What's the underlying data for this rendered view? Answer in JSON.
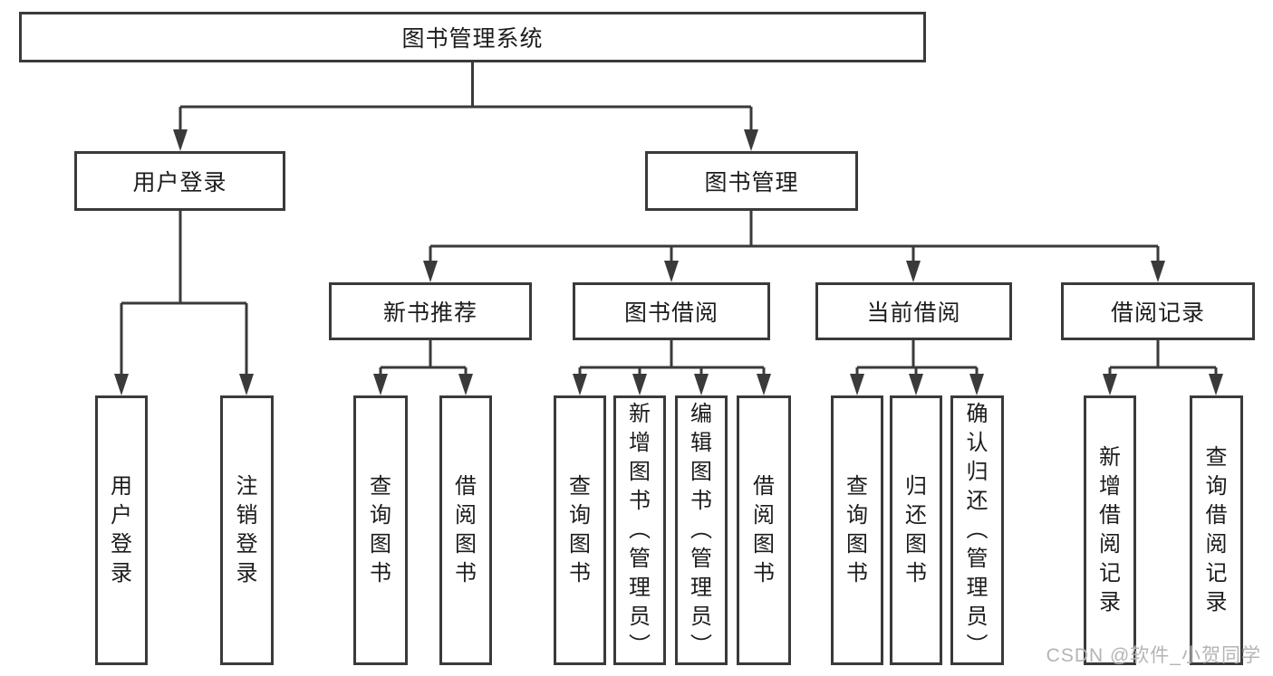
{
  "watermark": {
    "text": "CSDN @软件_小贺同学"
  },
  "tree": {
    "label": "图书管理系统",
    "children": [
      {
        "label": "用户登录",
        "children": [
          {
            "label": "用户登录"
          },
          {
            "label": "注销登录"
          }
        ]
      },
      {
        "label": "图书管理",
        "children": [
          {
            "label": "新书推荐",
            "children": [
              {
                "label": "查询图书"
              },
              {
                "label": "借阅图书"
              }
            ]
          },
          {
            "label": "图书借阅",
            "children": [
              {
                "label": "查询图书"
              },
              {
                "label": "新增图书（管理员）"
              },
              {
                "label": "编辑图书（管理员）"
              },
              {
                "label": "借阅图书"
              }
            ]
          },
          {
            "label": "当前借阅",
            "children": [
              {
                "label": "查询图书"
              },
              {
                "label": "归还图书"
              },
              {
                "label": "确认归还（管理员）"
              }
            ]
          },
          {
            "label": "借阅记录",
            "children": [
              {
                "label": "新增借阅记录"
              },
              {
                "label": "查询借阅记录"
              }
            ]
          }
        ]
      }
    ]
  }
}
